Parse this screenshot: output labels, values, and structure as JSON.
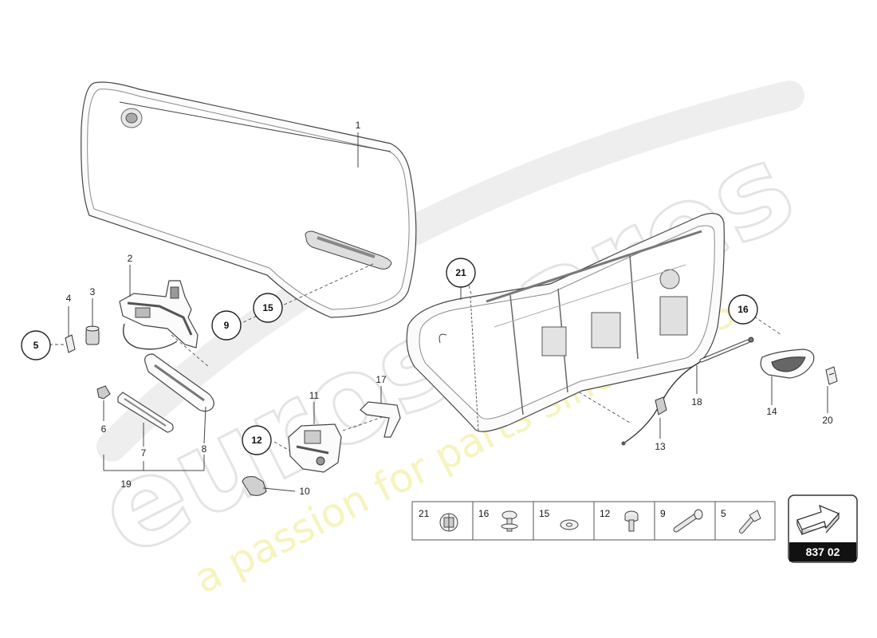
{
  "diagram": {
    "page_code": "837 02",
    "part_labels": [
      {
        "id": "l1",
        "text": "1"
      },
      {
        "id": "l2",
        "text": "2"
      },
      {
        "id": "l3",
        "text": "3"
      },
      {
        "id": "l4",
        "text": "4"
      },
      {
        "id": "l6",
        "text": "6"
      },
      {
        "id": "l7",
        "text": "7"
      },
      {
        "id": "l8",
        "text": "8"
      },
      {
        "id": "l10",
        "text": "10"
      },
      {
        "id": "l11",
        "text": "11"
      },
      {
        "id": "l13",
        "text": "13"
      },
      {
        "id": "l14",
        "text": "14"
      },
      {
        "id": "l17",
        "text": "17"
      },
      {
        "id": "l18",
        "text": "18"
      },
      {
        "id": "l19",
        "text": "19"
      },
      {
        "id": "l20",
        "text": "20"
      }
    ],
    "callouts": [
      {
        "id": "c5",
        "text": "5"
      },
      {
        "id": "c9",
        "text": "9"
      },
      {
        "id": "c12",
        "text": "12"
      },
      {
        "id": "c15",
        "text": "15"
      },
      {
        "id": "c16",
        "text": "16"
      },
      {
        "id": "c21",
        "text": "21"
      }
    ],
    "fastener_legend": [
      {
        "number": "21",
        "icon": "clip-icon"
      },
      {
        "number": "16",
        "icon": "screw-washer-icon"
      },
      {
        "number": "15",
        "icon": "washer-icon"
      },
      {
        "number": "12",
        "icon": "bolt-icon"
      },
      {
        "number": "9",
        "icon": "bolt-long-icon"
      },
      {
        "number": "5",
        "icon": "countersunk-screw-icon"
      }
    ]
  },
  "watermark": {
    "brand": "eurospares",
    "tagline": "a passion for parts since 1985",
    "brand_color": "#e8e8e8",
    "tagline_color": "#f2ee9a"
  }
}
